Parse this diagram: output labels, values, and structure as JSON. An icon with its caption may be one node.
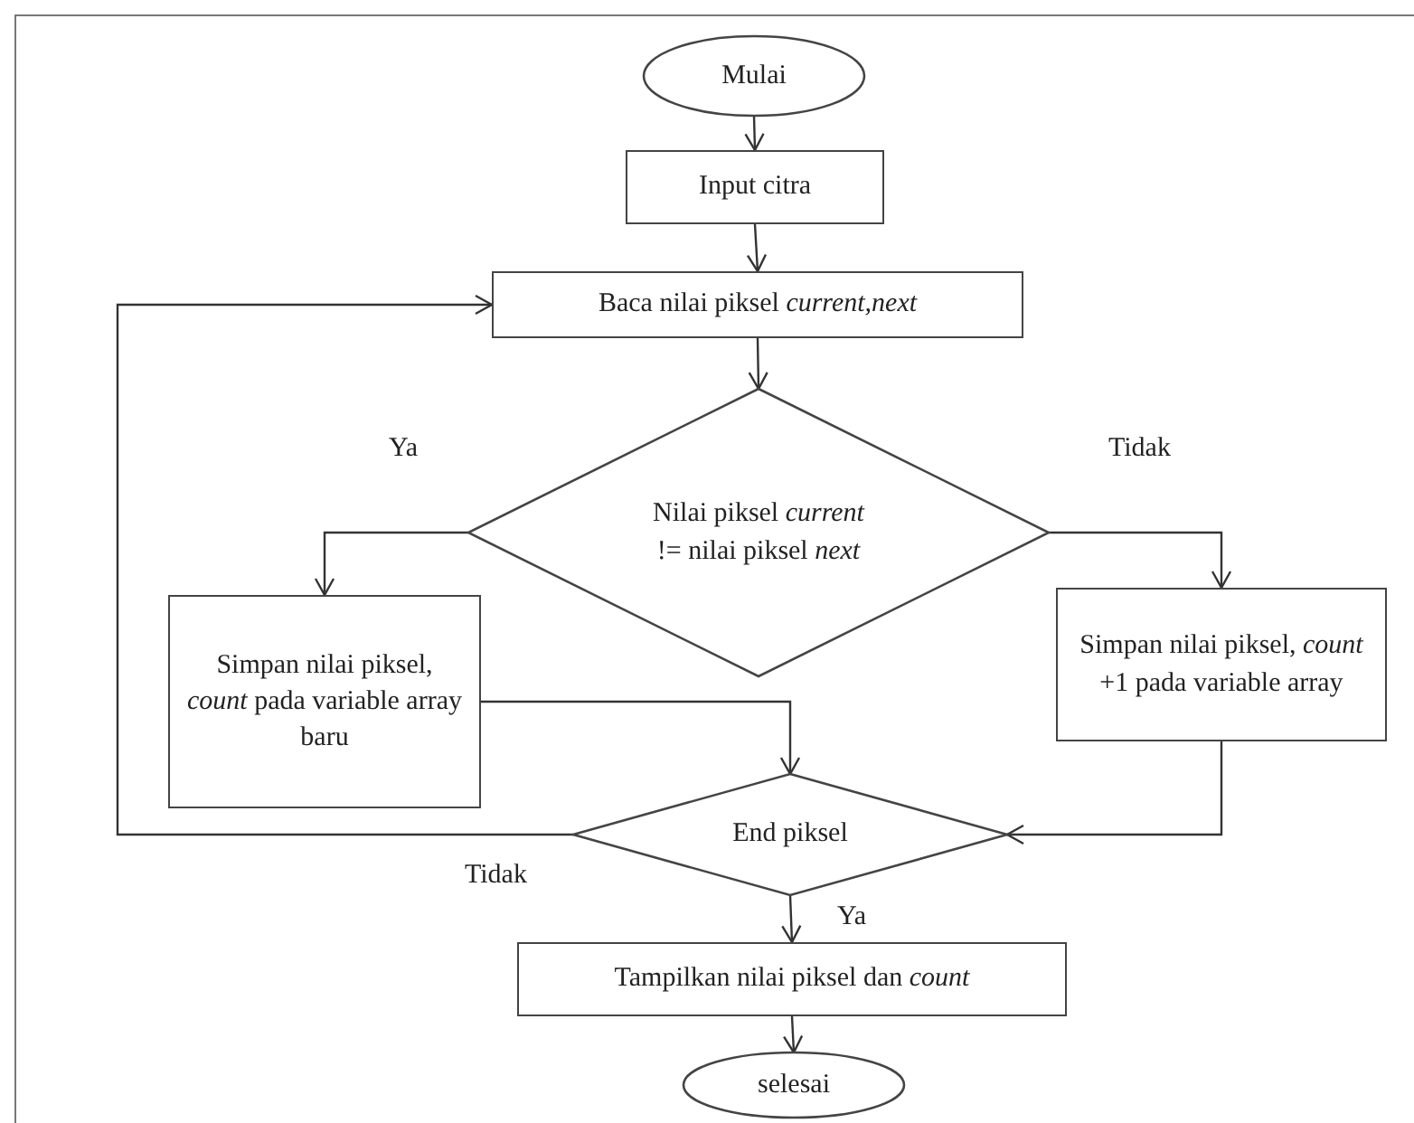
{
  "diagram": {
    "nodes": [
      {
        "text": [
          "Mulai"
        ]
      },
      {
        "text": [
          "Input citra"
        ]
      },
      {
        "text": [
          "Baca nilai piksel *current,next*"
        ]
      },
      {
        "text": [
          "Nilai piksel *current* != nilai piksel *next*"
        ]
      },
      {
        "text": [
          "Simpan nilai piksel, *count* pada variable array baru"
        ]
      },
      {
        "text": [
          "Simpan nilai piksel, *count* +1 pada variable array"
        ]
      },
      {
        "text": [
          "End piksel"
        ]
      },
      {
        "text": [
          "Tampilkan nilai piksel dan *count*"
        ]
      },
      {
        "text": [
          "selesai"
        ]
      }
    ],
    "edges": [
      {
        "from": 0,
        "to": 1,
        "arrow": "to"
      },
      {
        "from": 1,
        "to": 2,
        "arrow": "to"
      },
      {
        "from": 2,
        "to": 3,
        "arrow": "to"
      },
      {
        "from": 3,
        "to": 4,
        "arrow": "to",
        "label": "Ya"
      },
      {
        "from": 3,
        "to": 5,
        "arrow": "to",
        "label": "Tidak"
      },
      {
        "from": 4,
        "to": 6,
        "arrow": "to"
      },
      {
        "from": 5,
        "to": 6,
        "arrow": "to"
      },
      {
        "from": 6,
        "to": 2,
        "arrow": "to",
        "label": "Tidak"
      },
      {
        "from": 6,
        "to": 7,
        "arrow": "to",
        "label": "Ya"
      },
      {
        "from": 7,
        "to": 8,
        "arrow": "to"
      }
    ]
  }
}
